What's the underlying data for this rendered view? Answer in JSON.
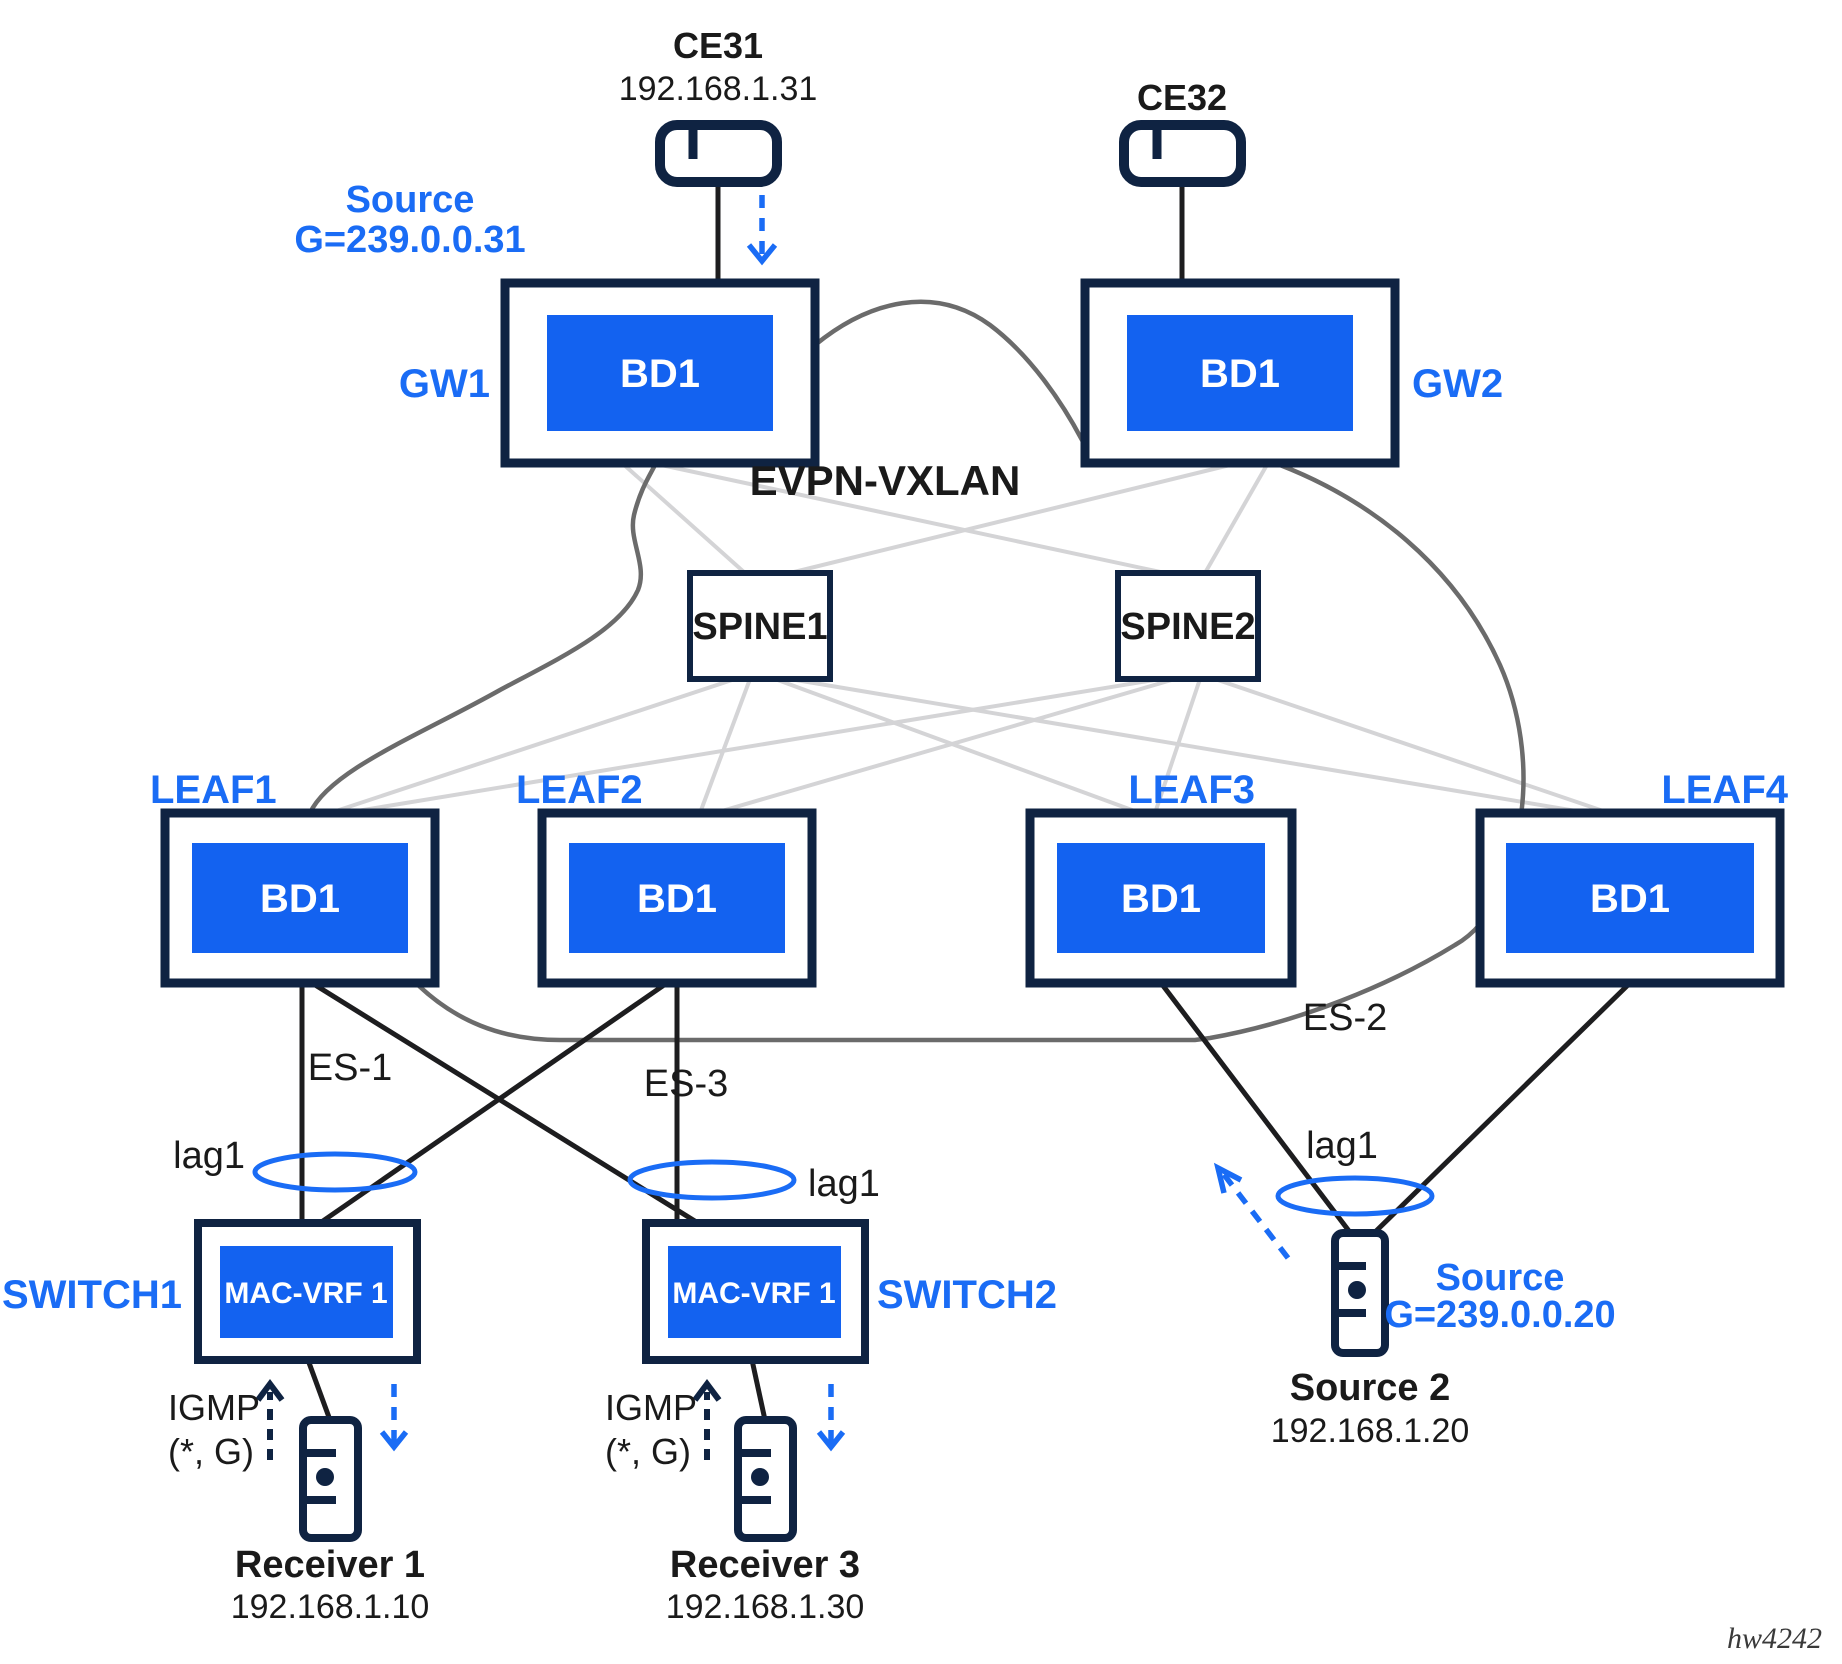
{
  "colors": {
    "accent_blue": "#1a6cf5",
    "node_fill_blue": "#1362f0",
    "navy": "#0f2342",
    "link_gray": "#d4d4d6",
    "cloud_gray": "#6b6b6b",
    "line_black": "#1d1d1f",
    "label_black": "#1a1a1a",
    "white": "#ffffff"
  },
  "nodes": {
    "ce31": {
      "name": "CE31",
      "ip": "192.168.1.31"
    },
    "ce32": {
      "name": "CE32"
    },
    "gw1": {
      "label": "GW1",
      "bd": "BD1"
    },
    "gw2": {
      "label": "GW2",
      "bd": "BD1"
    },
    "spine1": {
      "label": "SPINE1"
    },
    "spine2": {
      "label": "SPINE2"
    },
    "leaf1": {
      "label": "LEAF1",
      "bd": "BD1"
    },
    "leaf2": {
      "label": "LEAF2",
      "bd": "BD1"
    },
    "leaf3": {
      "label": "LEAF3",
      "bd": "BD1"
    },
    "leaf4": {
      "label": "LEAF4",
      "bd": "BD1"
    },
    "switch1": {
      "label": "SWITCH1",
      "vrf": "MAC-VRF 1"
    },
    "switch2": {
      "label": "SWITCH2",
      "vrf": "MAC-VRF 1"
    },
    "receiver1": {
      "name": "Receiver 1",
      "ip": "192.168.1.10"
    },
    "receiver3": {
      "name": "Receiver 3",
      "ip": "192.168.1.30"
    },
    "source2": {
      "name": "Source 2",
      "ip": "192.168.1.20"
    }
  },
  "annotations": {
    "fabric": "EVPN-VXLAN",
    "source_top": {
      "line1": "Source",
      "line2": "G=239.0.0.31"
    },
    "source_right": {
      "line1": "Source",
      "line2": "G=239.0.0.20"
    },
    "es1": "ES-1",
    "es2": "ES-2",
    "es3": "ES-3",
    "lag_left": "lag1",
    "lag_mid": "lag1",
    "lag_right": "lag1",
    "igmp_left": {
      "line1": "IGMP",
      "line2": "(*, G)"
    },
    "igmp_mid": {
      "line1": "IGMP",
      "line2": "(*, G)"
    },
    "watermark": "hw4242"
  }
}
